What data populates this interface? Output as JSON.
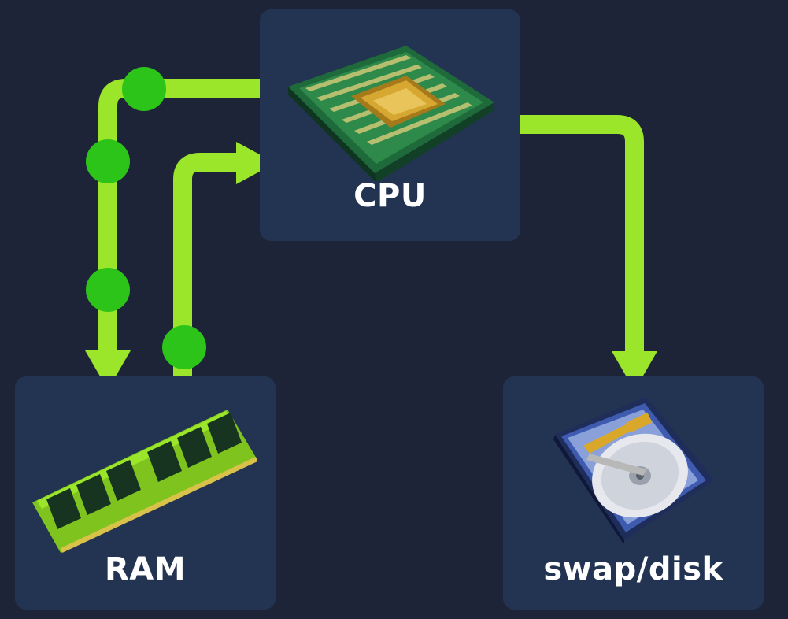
{
  "nodes": {
    "cpu": {
      "label": "CPU",
      "icon": "cpu-chip-icon"
    },
    "ram": {
      "label": "RAM",
      "icon": "ram-module-icon"
    },
    "disk": {
      "label": "swap/disk",
      "icon": "hard-disk-icon"
    }
  },
  "edges": [
    {
      "from": "cpu",
      "to": "ram",
      "dots": 3
    },
    {
      "from": "ram",
      "to": "cpu",
      "dots": 1
    },
    {
      "from": "cpu",
      "to": "disk",
      "dots": 0
    }
  ],
  "colors": {
    "background": "#1d2438",
    "node_fill": "#233352",
    "arrow": "#9be52a",
    "dot": "#2cc419",
    "label": "#ffffff"
  }
}
